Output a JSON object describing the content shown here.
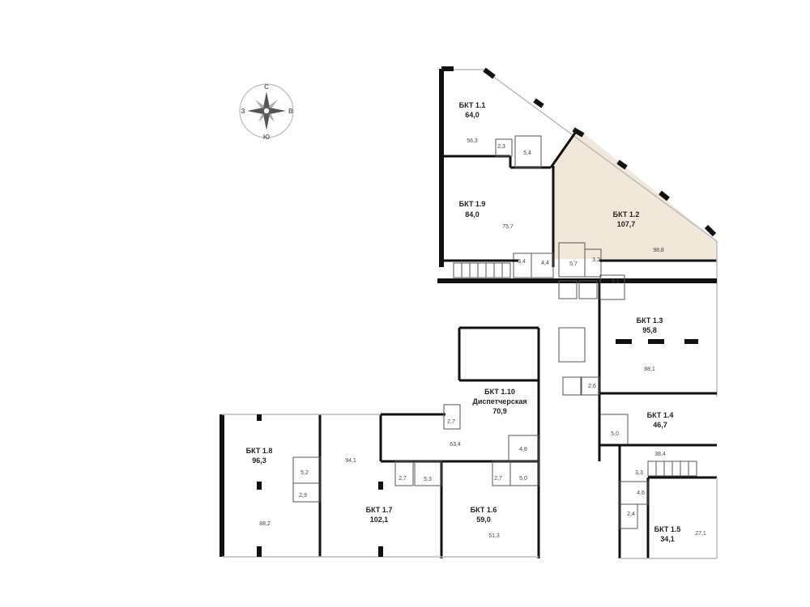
{
  "compass": {
    "north": "С",
    "south": "Ю",
    "west": "З",
    "east": "В"
  },
  "highlight_color": "#f2e8da",
  "units": [
    {
      "id": "1.1",
      "name": "БКТ 1.1",
      "total": "64,0",
      "rooms": [
        "56,3",
        "2,3",
        "5,4"
      ]
    },
    {
      "id": "1.2",
      "name": "БКТ 1.2",
      "total": "107,7",
      "rooms": [
        "98,8",
        "5,7",
        "3,2"
      ]
    },
    {
      "id": "1.9",
      "name": "БКТ 1.9",
      "total": "84,0",
      "rooms": [
        "75,7",
        "3,4",
        "4,4"
      ]
    },
    {
      "id": "1.3",
      "name": "БКТ 1.3",
      "total": "95,8",
      "rooms": [
        "88,1",
        "5,1",
        "2,6"
      ]
    },
    {
      "id": "1.10",
      "name": "БКТ 1.10",
      "subtitle": "Диспетчерская",
      "total": "70,9",
      "rooms": [
        "63,4",
        "2,7",
        "4,8"
      ]
    },
    {
      "id": "1.4",
      "name": "БКТ 1.4",
      "total": "46,7",
      "rooms": [
        "38,4",
        "5,0",
        "3,3"
      ]
    },
    {
      "id": "1.8",
      "name": "БКТ 1.8",
      "total": "96,3",
      "rooms": [
        "88,2",
        "5,2",
        "2,9"
      ]
    },
    {
      "id": "1.7",
      "name": "БКТ 1.7",
      "total": "102,1",
      "rooms": [
        "94,1",
        "2,7",
        "5,3"
      ]
    },
    {
      "id": "1.6",
      "name": "БКТ 1.6",
      "total": "59,0",
      "rooms": [
        "51,3",
        "2,7",
        "5,0"
      ]
    },
    {
      "id": "1.5",
      "name": "БКТ 1.5",
      "total": "34,1",
      "rooms": [
        "27,1",
        "4,6",
        "2,4"
      ]
    }
  ]
}
